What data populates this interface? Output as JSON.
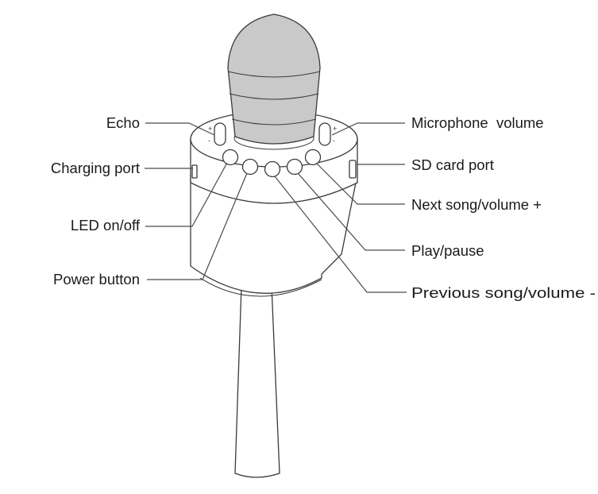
{
  "callouts": {
    "echo": "Echo",
    "charging_port": "Charging port",
    "led_on_off": "LED on/off",
    "power_button": "Power button",
    "microphone_volume": "Microphone  volume",
    "sd_card_port": "SD card port",
    "next_song": "Next song/volume +",
    "play_pause": "Play/pause",
    "previous_song": "Previous song/volume -"
  },
  "colors": {
    "grille": "#c9c9c9",
    "outline": "#3a3a3a",
    "text": "#1a1a1a"
  }
}
